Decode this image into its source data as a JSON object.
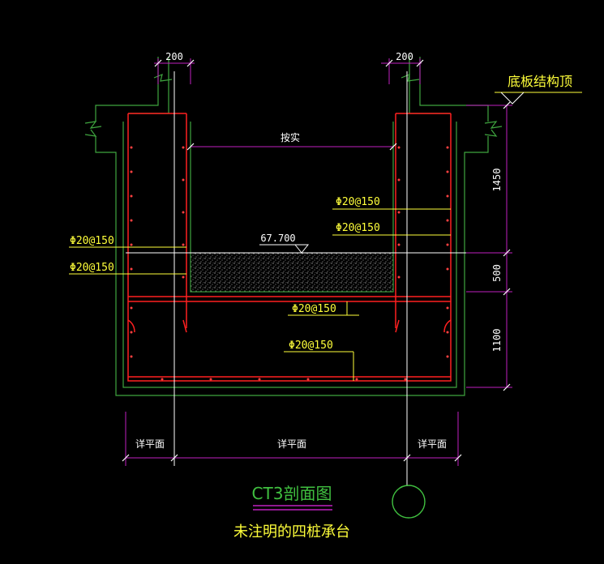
{
  "dims": {
    "left_wall_width": "200",
    "right_wall_width": "200",
    "span_label": "按实",
    "height_top": "1450",
    "height_mid": "500",
    "height_bottom": "1100"
  },
  "elevation": {
    "value": "67.700"
  },
  "slab_top_label": "底板结构顶",
  "rebar": {
    "right_upper_1": "Φ20@150",
    "right_upper_2": "Φ20@150",
    "left_1": "Φ20@150",
    "left_2": "Φ20@150",
    "middle": "Φ20@150",
    "bottom": "Φ20@150"
  },
  "bottom_dims": {
    "left": "详平面",
    "center": "详平面",
    "right": "详平面"
  },
  "title": {
    "main": "CT3剖面图",
    "sub": "未注明的四桩承台"
  },
  "colors": {
    "background": "#000000",
    "outline": "#3fa53f",
    "rebar": "#ff2020",
    "dim_line": "#c020c0",
    "text_white": "#ffffff",
    "text_yellow": "#ffff3a",
    "leader": "#ffff3a",
    "title_green": "#40c040",
    "underline": "#c020c0"
  }
}
